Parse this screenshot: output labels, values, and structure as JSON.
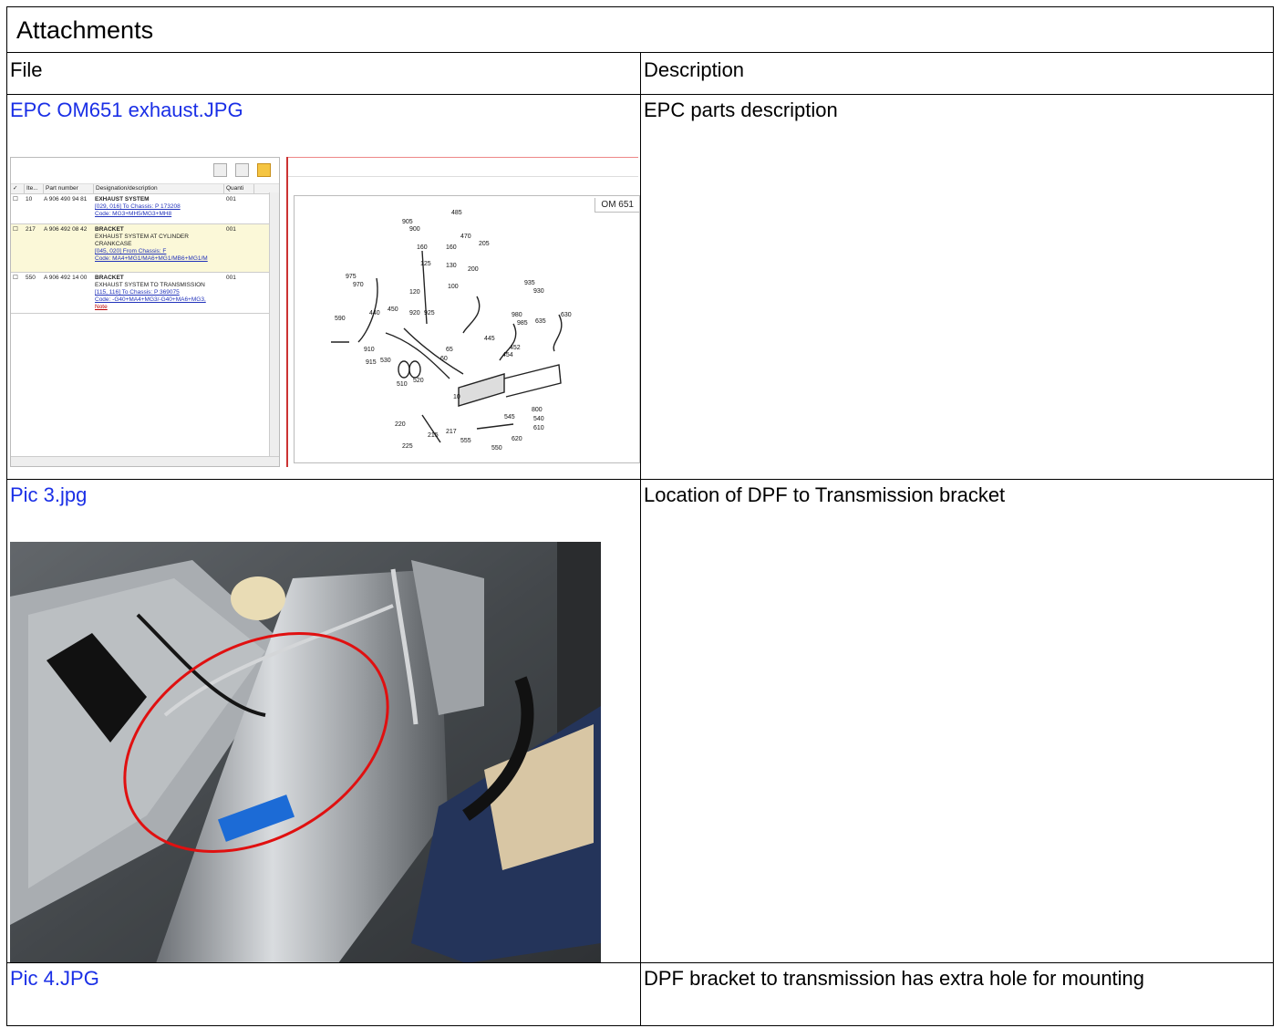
{
  "title": "Attachments",
  "headers": {
    "file": "File",
    "description": "Description"
  },
  "rows": [
    {
      "file": "EPC OM651 exhaust.JPG",
      "description": "EPC parts description"
    },
    {
      "file": "Pic 3.jpg",
      "description": "Location of DPF to Transmission bracket"
    },
    {
      "file": "Pic 4.JPG",
      "description": "DPF bracket to transmission has extra hole for mounting"
    }
  ],
  "epc": {
    "columns": [
      "✓",
      "Ite...",
      "Part number",
      "Designation/description",
      "Quanti"
    ],
    "items": [
      {
        "item": "10",
        "part": "A 906 490 94 81",
        "name": "EXHAUST SYSTEM",
        "desc": "",
        "qty": "001",
        "links": [
          "[029, 016] To Chassis: P 173208",
          "Code: MG3+MH5/MG3+MH8"
        ]
      },
      {
        "item": "217",
        "part": "A 906 492 08 42",
        "name": "BRACKET",
        "desc": "EXHAUST SYSTEM AT CYLINDER CRANKCASE",
        "qty": "001",
        "links": [
          "[045, 020] From Chassis: F",
          "Code: MA4+MG1/MA6+MG1/MB6+MG1/M"
        ]
      },
      {
        "item": "550",
        "part": "A 906 492 14 00",
        "name": "BRACKET",
        "desc": "EXHAUST SYSTEM TO TRANSMISSION",
        "qty": "001",
        "links": [
          "[115, 116] To Chassis: P 369075",
          "Code: -G40+MA4+MG3/-G40+MA6+MG3,",
          "Note"
        ]
      }
    ],
    "diagram_label": "OM 651",
    "diagram_numbers": [
      "905",
      "485",
      "900",
      "470",
      "205",
      "160",
      "160",
      "200",
      "125",
      "130",
      "975",
      "970",
      "100",
      "120",
      "935",
      "930",
      "630",
      "980",
      "985",
      "635",
      "440",
      "450",
      "920",
      "925",
      "590",
      "445",
      "452",
      "454",
      "65",
      "60",
      "910",
      "915",
      "530",
      "510",
      "520",
      "10",
      "800",
      "545",
      "540",
      "610",
      "220",
      "217",
      "215",
      "555",
      "550",
      "620",
      "225"
    ]
  }
}
